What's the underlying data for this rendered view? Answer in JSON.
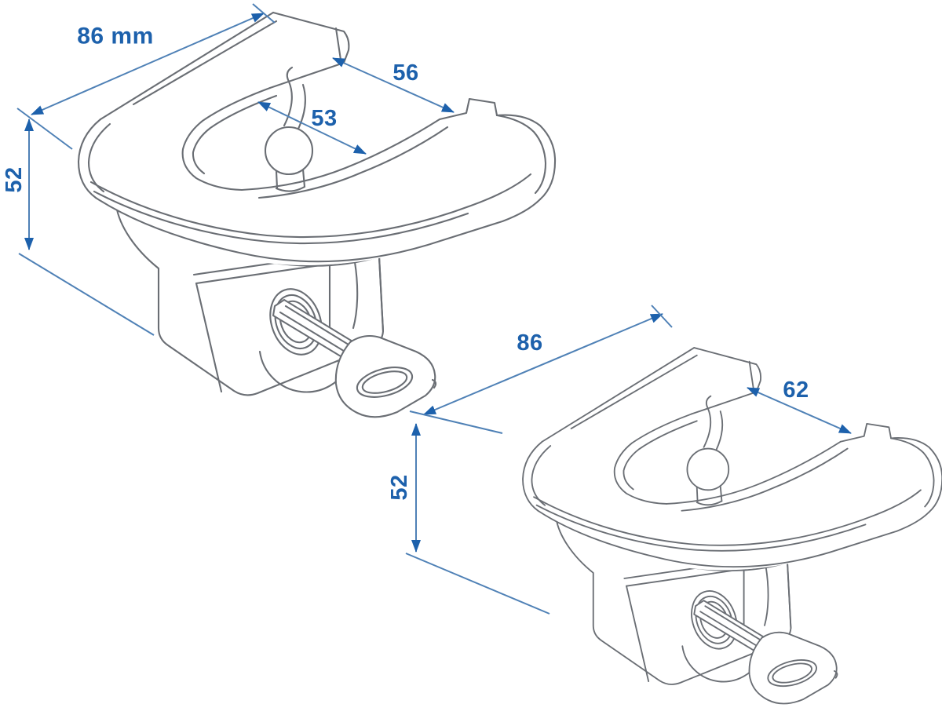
{
  "page": {
    "background": "#ffffff",
    "description": "Technical dimensional line drawing of two trailer hitch coupling locks with keys inserted"
  },
  "colors": {
    "line": "#6a6e74",
    "dimension_line": "#4f81b6",
    "dimension_accent": "#1d61ac"
  },
  "figure": {
    "locks": [
      {
        "id": "lock-1",
        "dimensions": {
          "width": "86 mm",
          "height": "52",
          "jaw_opening_outer": "56",
          "jaw_opening_inner": "53"
        }
      },
      {
        "id": "lock-2",
        "dimensions": {
          "width": "86",
          "height": "52",
          "jaw_opening": "62"
        }
      }
    ]
  }
}
